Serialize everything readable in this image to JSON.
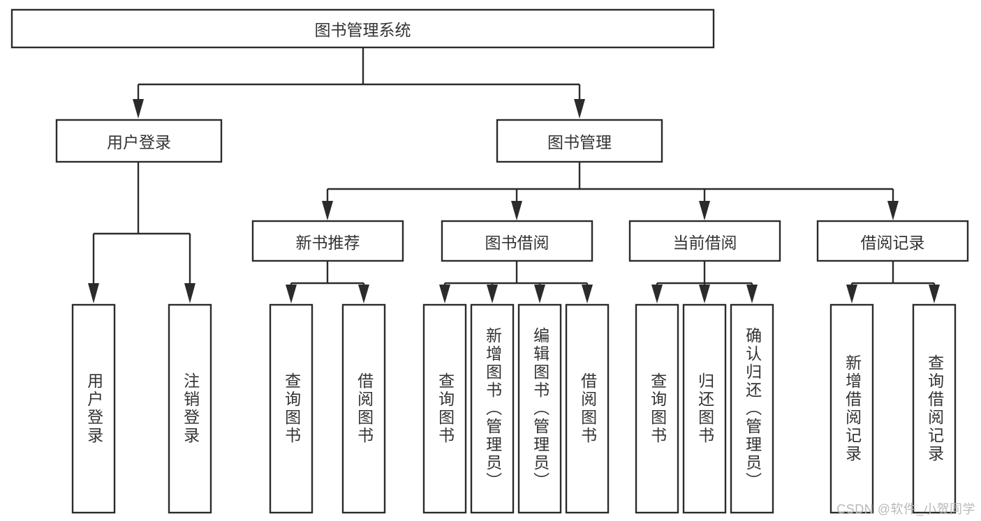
{
  "diagram": {
    "type": "tree-hierarchy",
    "title": "图书管理系统",
    "orientation": "top-down",
    "colors": {
      "box_stroke": "#2b2b2b",
      "box_fill": "#ffffff",
      "text": "#333333",
      "connector": "#2b2b2b",
      "watermark": "#b9b9b9",
      "background": "#ffffff"
    },
    "root": {
      "label": "图书管理系统"
    },
    "level2": [
      {
        "label": "用户登录"
      },
      {
        "label": "图书管理"
      }
    ],
    "level3": [
      {
        "label": "新书推荐"
      },
      {
        "label": "图书借阅"
      },
      {
        "label": "当前借阅"
      },
      {
        "label": "借阅记录"
      }
    ],
    "leaves": {
      "user_login": [
        {
          "label": "用户登录"
        },
        {
          "label": "注销登录"
        }
      ],
      "new_book_recommend": [
        {
          "label": "查询图书"
        },
        {
          "label": "借阅图书"
        }
      ],
      "book_borrow": [
        {
          "label": "查询图书"
        },
        {
          "label": "新增图书（管理员）"
        },
        {
          "label": "编辑图书（管理员）"
        },
        {
          "label": "借阅图书"
        }
      ],
      "current_borrow": [
        {
          "label": "查询图书"
        },
        {
          "label": "归还图书"
        },
        {
          "label": "确认归还（管理员）"
        }
      ],
      "borrow_record": [
        {
          "label": "新增借阅记录"
        },
        {
          "label": "查询借阅记录"
        }
      ]
    }
  },
  "watermark": {
    "text": "CSDN @软件_小贺同学"
  }
}
